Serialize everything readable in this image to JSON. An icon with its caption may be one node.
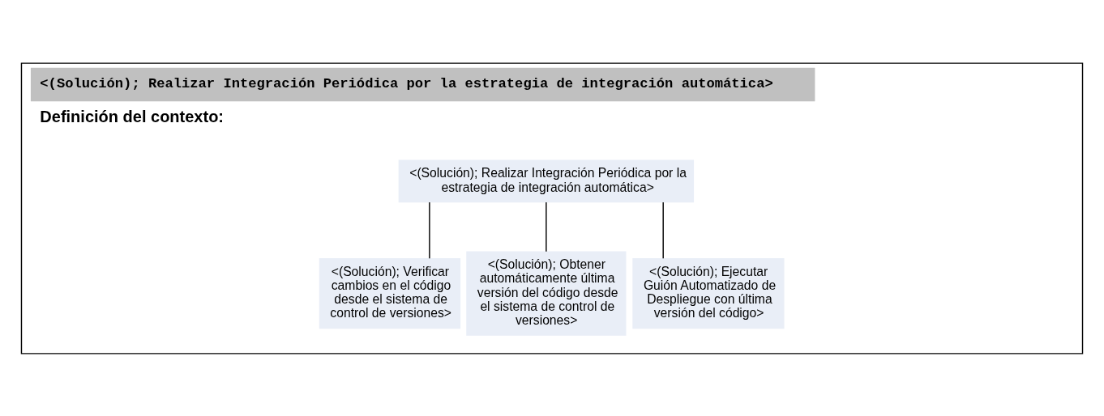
{
  "diagram": {
    "nodes": [
      {
        "text": [
          "<(Solución); Realizar Integración Periódica por la estrategia de integración automática>",
          "Definición del contexto:"
        ]
      },
      {
        "text": [
          "<(Solución); Realizar Integración Periódica por la estrategia de integración automática>"
        ],
        "in": 0
      },
      {
        "text": [
          "<(Solución); Verificar cambios en el código desde el sistema de control de versiones>"
        ],
        "in": 0
      },
      {
        "text": [
          "<(Solución); Obtener automáticamente última versión del código desde el sistema de control de versiones>"
        ],
        "in": 0
      },
      {
        "text": [
          "<(Solución); Ejecutar Guión Automatizado de Despliegue con última versión del código>"
        ],
        "in": 0
      }
    ],
    "edges": [
      {
        "from": 1,
        "to": 2,
        "arrow": "none"
      },
      {
        "from": 1,
        "to": 3,
        "arrow": "none"
      },
      {
        "from": 1,
        "to": 4,
        "arrow": "none"
      }
    ]
  }
}
